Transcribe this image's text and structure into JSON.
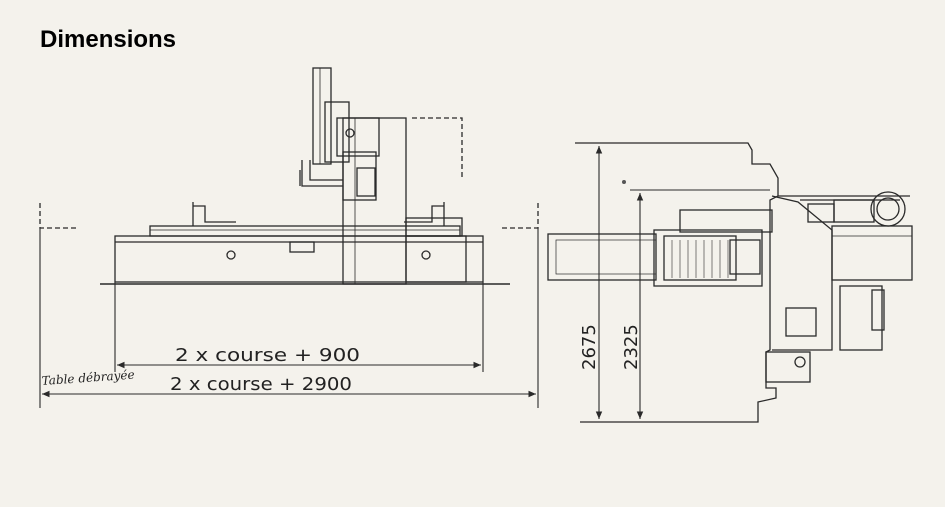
{
  "title": "Dimensions",
  "labels": {
    "table_width": "2 x course + 900",
    "table_note": "Table débrayée",
    "total_width": "2 x course + 2900",
    "height_overall": "2675",
    "height_inner": "2325"
  },
  "colors": {
    "background": "#f4f2ec",
    "ink": "#2a2a2a"
  }
}
